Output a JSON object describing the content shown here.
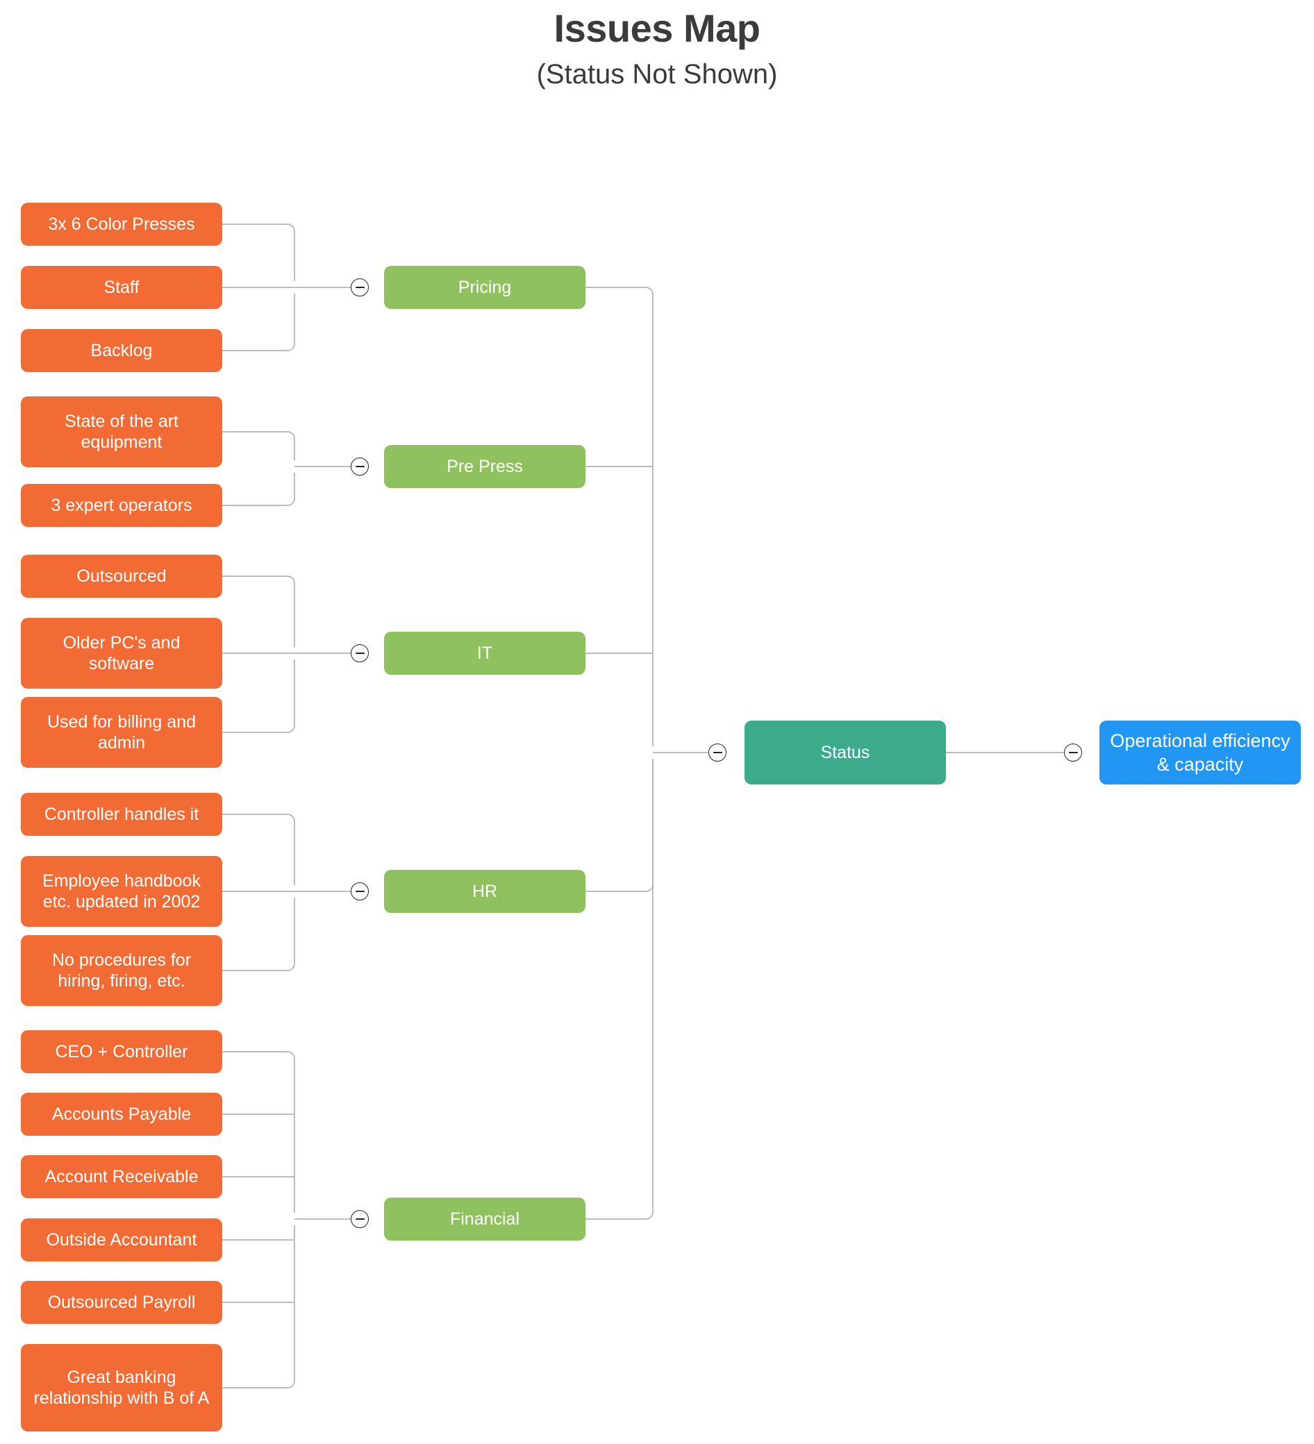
{
  "header": {
    "title": "Issues Map",
    "subtitle": "(Status Not Shown)"
  },
  "colors": {
    "leaf": "#F26B35",
    "branch": "#8FC25E",
    "hub": "#3BAB8C",
    "root": "#2196F3",
    "connector": "#b3b3b3",
    "text_dark": "#3b3b3b",
    "node_text": "#ffffff"
  },
  "icons": {
    "collapse": "minus-circle-icon"
  },
  "chart_data": {
    "type": "tree-diagram",
    "title": "Issues Map",
    "subtitle": "(Status Not Shown)",
    "orientation": "left-to-right-collapsing",
    "root": "Operational efficiency & capacity",
    "hub": "Status",
    "branches": [
      "Pricing",
      "Pre Press",
      "IT",
      "HR",
      "Financial"
    ],
    "edges": [
      {
        "from": "Operational efficiency & capacity",
        "to": "Status"
      },
      {
        "from": "Status",
        "to": "Pricing"
      },
      {
        "from": "Status",
        "to": "Pre Press"
      },
      {
        "from": "Status",
        "to": "IT"
      },
      {
        "from": "Status",
        "to": "HR"
      },
      {
        "from": "Status",
        "to": "Financial"
      },
      {
        "from": "Pricing",
        "to": "3x 6 Color Presses"
      },
      {
        "from": "Pricing",
        "to": "Staff"
      },
      {
        "from": "Pricing",
        "to": "Backlog"
      },
      {
        "from": "Pre Press",
        "to": "State of the art equipment"
      },
      {
        "from": "Pre Press",
        "to": "3 expert operators"
      },
      {
        "from": "IT",
        "to": "Outsourced"
      },
      {
        "from": "IT",
        "to": "Older PC's and software"
      },
      {
        "from": "IT",
        "to": "Used for billing and admin"
      },
      {
        "from": "HR",
        "to": "Controller handles it"
      },
      {
        "from": "HR",
        "to": "Employee handbook etc. updated in 2002"
      },
      {
        "from": "HR",
        "to": "No procedures for hiring, firing, etc."
      },
      {
        "from": "Financial",
        "to": "CEO + Controller"
      },
      {
        "from": "Financial",
        "to": "Accounts Payable"
      },
      {
        "from": "Financial",
        "to": "Account Receivable"
      },
      {
        "from": "Financial",
        "to": "Outside Accountant"
      },
      {
        "from": "Financial",
        "to": "Outsourced Payroll"
      },
      {
        "from": "Financial",
        "to": "Great banking relationship with B of A"
      }
    ]
  },
  "root_node": {
    "label": "Operational efficiency & capacity"
  },
  "hub_node": {
    "label": "Status"
  },
  "branches": [
    {
      "label": "Pricing",
      "leaves": [
        {
          "label": "3x 6 Color Presses"
        },
        {
          "label": "Staff"
        },
        {
          "label": "Backlog"
        }
      ]
    },
    {
      "label": "Pre Press",
      "leaves": [
        {
          "label": "State of the art equipment"
        },
        {
          "label": "3 expert operators"
        }
      ]
    },
    {
      "label": "IT",
      "leaves": [
        {
          "label": "Outsourced"
        },
        {
          "label": "Older PC's and software"
        },
        {
          "label": "Used for billing and admin"
        }
      ]
    },
    {
      "label": "HR",
      "leaves": [
        {
          "label": "Controller handles it"
        },
        {
          "label": "Employee handbook etc. updated in 2002"
        },
        {
          "label": "No procedures for hiring, firing, etc."
        }
      ]
    },
    {
      "label": "Financial",
      "leaves": [
        {
          "label": "CEO + Controller"
        },
        {
          "label": "Accounts Payable"
        },
        {
          "label": "Account Receivable"
        },
        {
          "label": "Outside Accountant"
        },
        {
          "label": "Outsourced Payroll"
        },
        {
          "label": "Great banking relationship with B of A"
        }
      ]
    }
  ]
}
